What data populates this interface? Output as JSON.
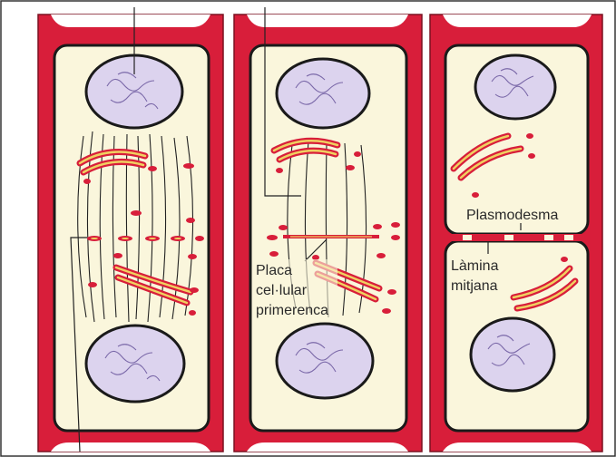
{
  "labels": {
    "plasmodesma": "Plasmodesma",
    "middle_lamella_line1": "Làmina",
    "middle_lamella_line2": "mitjana",
    "cell_plate_line1": "Placa",
    "cell_plate_line2": "cel·lular",
    "cell_plate_line3": "primerenca"
  },
  "colors": {
    "wall": "#d81e3a",
    "wall_edge": "#7a1020",
    "cytoplasm": "#faf6dc",
    "membrane": "#1a1a1a",
    "nucleus": "#dcd3ee",
    "chromatin": "#7a68a8",
    "vesicle_red": "#d81e3a",
    "vesicle_yellow": "#f0d060",
    "line": "#222222"
  }
}
